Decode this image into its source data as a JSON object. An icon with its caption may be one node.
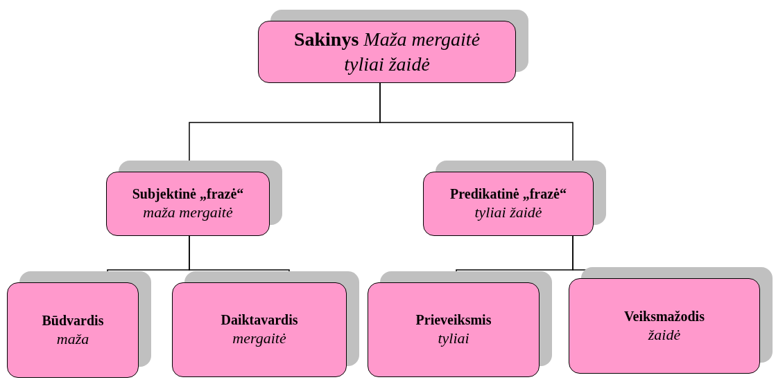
{
  "diagram": {
    "nodes": [
      {
        "text": [
          "**Sakinys** *Maža mergaitė tyliai žaidė*"
        ]
      },
      {
        "text": [
          "Subjektinė „frazė“",
          "maža mergaitė"
        ]
      },
      {
        "text": [
          "Predikatinė „frazė“",
          "tyliai žaidė"
        ]
      },
      {
        "text": [
          "Būdvardis",
          "maža"
        ]
      },
      {
        "text": [
          "Daiktavardis",
          "mergaitė"
        ]
      },
      {
        "text": [
          "Prieveiksmis",
          "tyliai"
        ]
      },
      {
        "text": [
          "Veiksmažodis",
          "žaidė"
        ]
      }
    ],
    "edges": [
      {
        "from": 0,
        "to": 1,
        "arrow": "none"
      },
      {
        "from": 0,
        "to": 2,
        "arrow": "none"
      },
      {
        "from": 1,
        "to": 3,
        "arrow": "none"
      },
      {
        "from": 1,
        "to": 4,
        "arrow": "none"
      },
      {
        "from": 2,
        "to": 5,
        "arrow": "none"
      },
      {
        "from": 2,
        "to": 6,
        "arrow": "none"
      }
    ]
  }
}
